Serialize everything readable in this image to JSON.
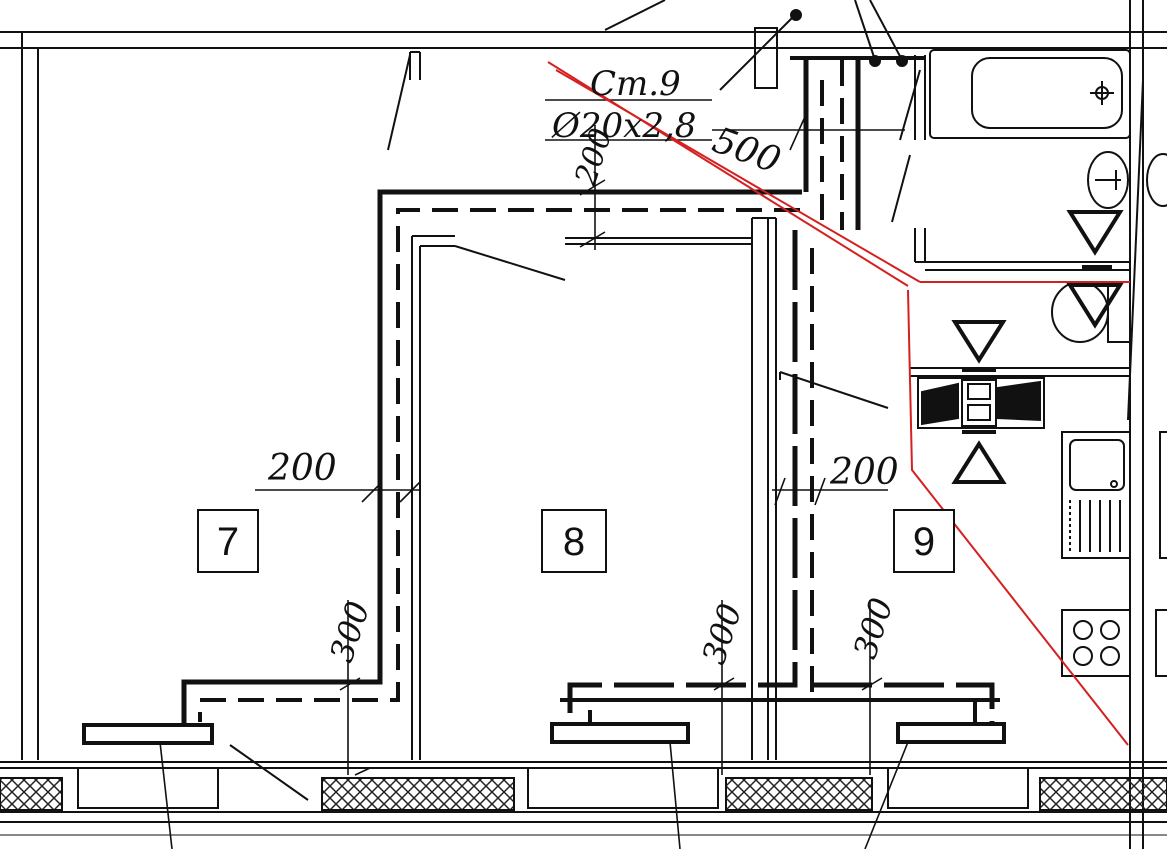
{
  "rooms": [
    "7",
    "8",
    "9"
  ],
  "pipe_label": {
    "line1": "Ст.9",
    "line2": "Ø20х2,8",
    "length": "500"
  },
  "dimensions": {
    "room7_wall": "200",
    "room8_top": "200",
    "room9_wall": "200",
    "room7_window": "300",
    "room8_window": "300",
    "room9_window": "300"
  },
  "colors": {
    "ink": "#111111",
    "markup": "#d42020",
    "hatch": "#222222"
  }
}
